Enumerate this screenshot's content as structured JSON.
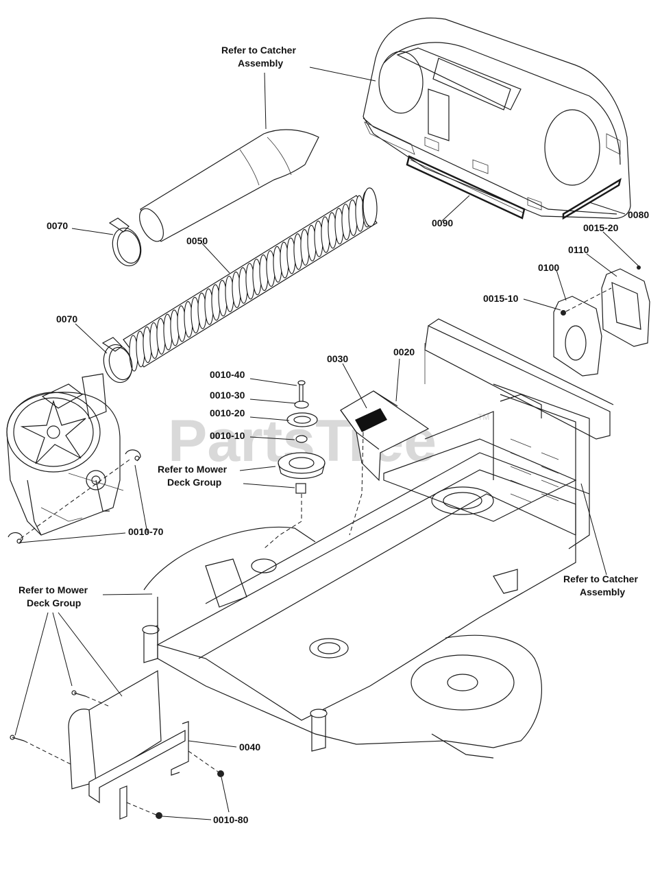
{
  "watermark": {
    "text": "PartsTree",
    "trademark": "TM"
  },
  "callouts": {
    "catcher_top_l1": "Refer to Catcher",
    "catcher_top_l2": "Assembly",
    "catcher_right_l1": "Refer to Catcher",
    "catcher_right_l2": "Assembly",
    "mower_mid_l1": "Refer to Mower",
    "mower_mid_l2": "Deck Group",
    "mower_left_l1": "Refer to Mower",
    "mower_left_l2": "Deck Group",
    "p0020": "0020",
    "p0030": "0030",
    "p0040": "0040",
    "p0050": "0050",
    "p0070_top": "0070",
    "p0070_mid": "0070",
    "p0080": "0080",
    "p0090": "0090",
    "p0100": "0100",
    "p0110": "0110",
    "p0010_10": "0010-10",
    "p0010_20": "0010-20",
    "p0010_30": "0010-30",
    "p0010_40": "0010-40",
    "p0010_70": "0010-70",
    "p0010_80": "0010-80",
    "p0015_10": "0015-10",
    "p0015_20": "0015-20"
  }
}
